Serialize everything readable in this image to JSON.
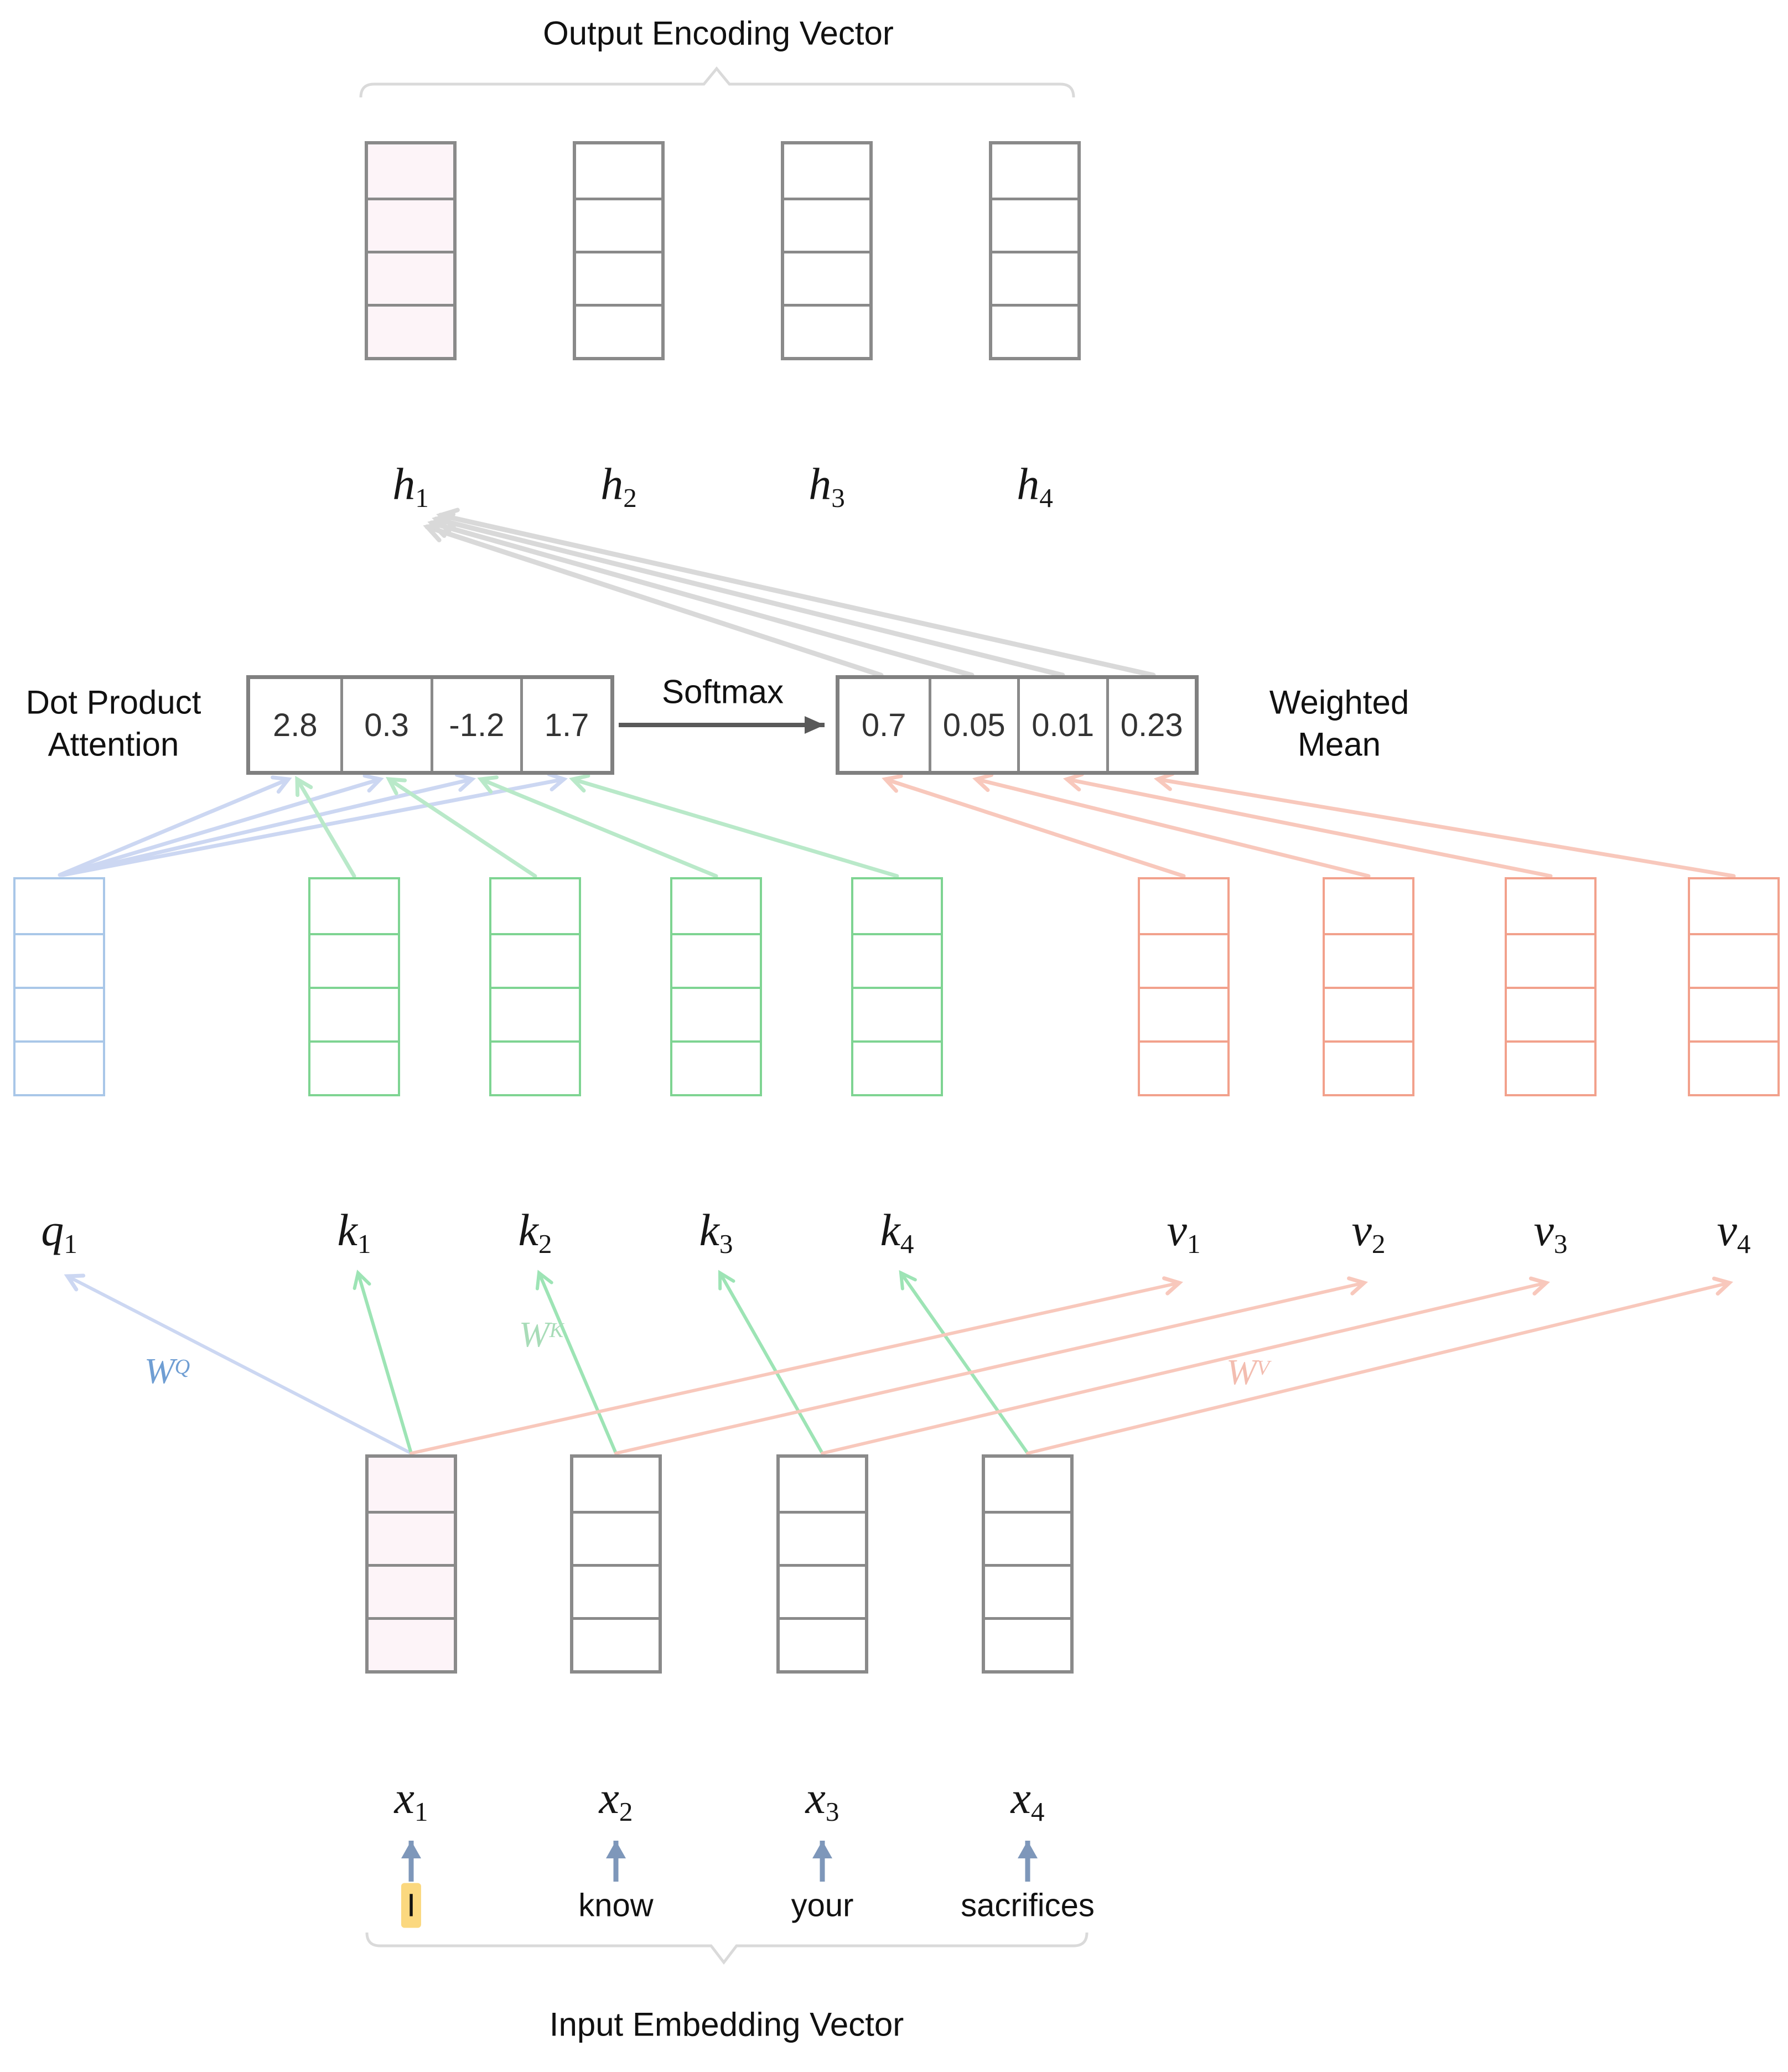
{
  "titles": {
    "top": "Output Encoding Vector",
    "bottom": "Input Embedding Vector"
  },
  "annotations": {
    "dot_product_attention_line1": "Dot Product",
    "dot_product_attention_line2": "Attention",
    "softmax": "Softmax",
    "weighted_mean_line1": "Weighted",
    "weighted_mean_line2": "Mean"
  },
  "attention_scores": [
    "2.8",
    "0.3",
    "-1.2",
    "1.7"
  ],
  "softmax_weights": [
    "0.7",
    "0.05",
    "0.01",
    "0.23"
  ],
  "vector_labels": {
    "h": [
      {
        "base": "h",
        "sub": "1"
      },
      {
        "base": "h",
        "sub": "2"
      },
      {
        "base": "h",
        "sub": "3"
      },
      {
        "base": "h",
        "sub": "4"
      }
    ],
    "q": [
      {
        "base": "q",
        "sub": "1"
      }
    ],
    "k": [
      {
        "base": "k",
        "sub": "1"
      },
      {
        "base": "k",
        "sub": "2"
      },
      {
        "base": "k",
        "sub": "3"
      },
      {
        "base": "k",
        "sub": "4"
      }
    ],
    "v": [
      {
        "base": "v",
        "sub": "1"
      },
      {
        "base": "v",
        "sub": "2"
      },
      {
        "base": "v",
        "sub": "3"
      },
      {
        "base": "v",
        "sub": "4"
      }
    ],
    "x": [
      {
        "base": "x",
        "sub": "1"
      },
      {
        "base": "x",
        "sub": "2"
      },
      {
        "base": "x",
        "sub": "3"
      },
      {
        "base": "x",
        "sub": "4"
      }
    ]
  },
  "weight_matrices": {
    "wq": {
      "base": "W",
      "sup": "Q"
    },
    "wk": {
      "base": "W",
      "sup": "K"
    },
    "wv": {
      "base": "W",
      "sup": "V"
    }
  },
  "words": [
    "I",
    "know",
    "your",
    "sacrifices"
  ],
  "highlighted_word": "I",
  "colors": {
    "query_blue_border": "#a9c7e8",
    "query_blue_arrow": "#ccd7f2",
    "query_blue_text": "#6f9ed3",
    "key_green_border": "#7ed492",
    "key_green_arrow": "#b9e9c9",
    "key_green_arrow_strong": "#9de4b5",
    "key_green_text": "#a8dcb8",
    "value_red_border": "#f2a18c",
    "value_red_arrow": "#f8c8bc",
    "value_red_text": "#f3bdb0",
    "vector_gray_border": "#8a8a8a",
    "mean_gray_arrow": "#d9d9d9",
    "softmax_arrow_dark": "#595959",
    "word_arrow_blue": "#7e97ba",
    "highlight_yellow": "#fbd87f",
    "tint_pink": "#fdf4f8",
    "bracket_gray": "#dadada"
  }
}
